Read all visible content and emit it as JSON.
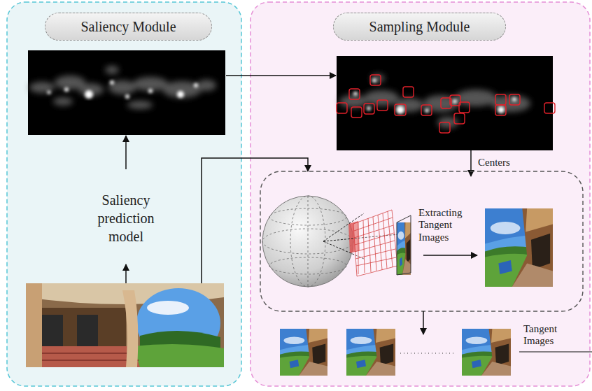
{
  "diagram": {
    "nodes": [
      {
        "text": [
          "Saliency Module"
        ]
      },
      {
        "text": [
          "Saliency prediction model"
        ],
        "in": 0
      },
      {
        "text": [
          "Sampling Module"
        ]
      },
      {
        "text": [
          "Extracting Tangent Images"
        ],
        "in": 2
      }
    ],
    "labels": [
      "Centers",
      "Tangent Images"
    ]
  }
}
